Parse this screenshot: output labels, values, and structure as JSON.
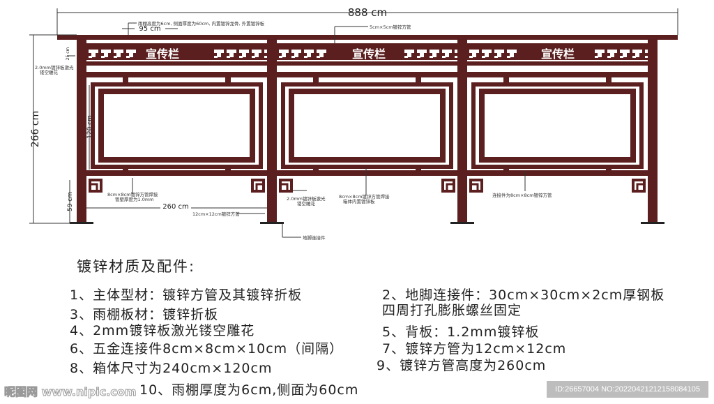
{
  "drawing": {
    "total_width": "888 cm",
    "total_height": "266 cm",
    "dim_95": "95 cm",
    "dim_25": "25 cm",
    "dim_120": "120 cm",
    "dim_59": "59 cm",
    "dim_260": "260 cm",
    "board_title": "宣传栏",
    "notes": {
      "canopy": "雨棚高度为6cm, 侧面厚度为60cm, 内置镀锌龙骨, 外置镀锌板",
      "tube5": "5cm×5cm镀锌方管",
      "laser_left_1": "2.0mm镀锌板激光",
      "laser_left_2": "镂空雕花",
      "tube8_1": "8cm×8cm镀锌方管焊接",
      "tube8_2": "管壁厚度为1.0mm",
      "tube12": "12cm×12cm镀锌方管",
      "laser_mid_1": "2.0mm镀锌板激光",
      "laser_mid_2": "镂空雕花",
      "box_1": "8cm×8cm镀锌方管焊接",
      "box_2": "箱体内置镀锌板",
      "connector": "连接件为8cm×8cm镀锌方管",
      "foot": "地脚连接件"
    },
    "colors": {
      "frame": "#5c1f1f",
      "line": "#333333"
    }
  },
  "specs": {
    "title": "镀锌材质及配件:",
    "items": [
      "1、主体型材：镀锌方管及其镀锌折板",
      "2、地脚连接件：30cm×30cm×2cm厚钢板",
      "四周打孔膨胀螺丝固定",
      "3、雨棚板材：镀锌折板",
      "4、2mm镀锌板激光镂空雕花",
      "5、背板：1.2mm镀锌板",
      "6、五金连接件8cm×8cm×10cm（间隔）",
      "7、镀锌方管为12cm×12cm",
      "8、箱体尺寸为240cm×120cm",
      "9、镀锌方管高度为260cm",
      "10、雨棚厚度为6cm,侧面为60cm"
    ]
  },
  "watermark": {
    "left": "昵图网 www.nipic.com",
    "right": "ID:26657004 NO:20220421212158084105"
  }
}
